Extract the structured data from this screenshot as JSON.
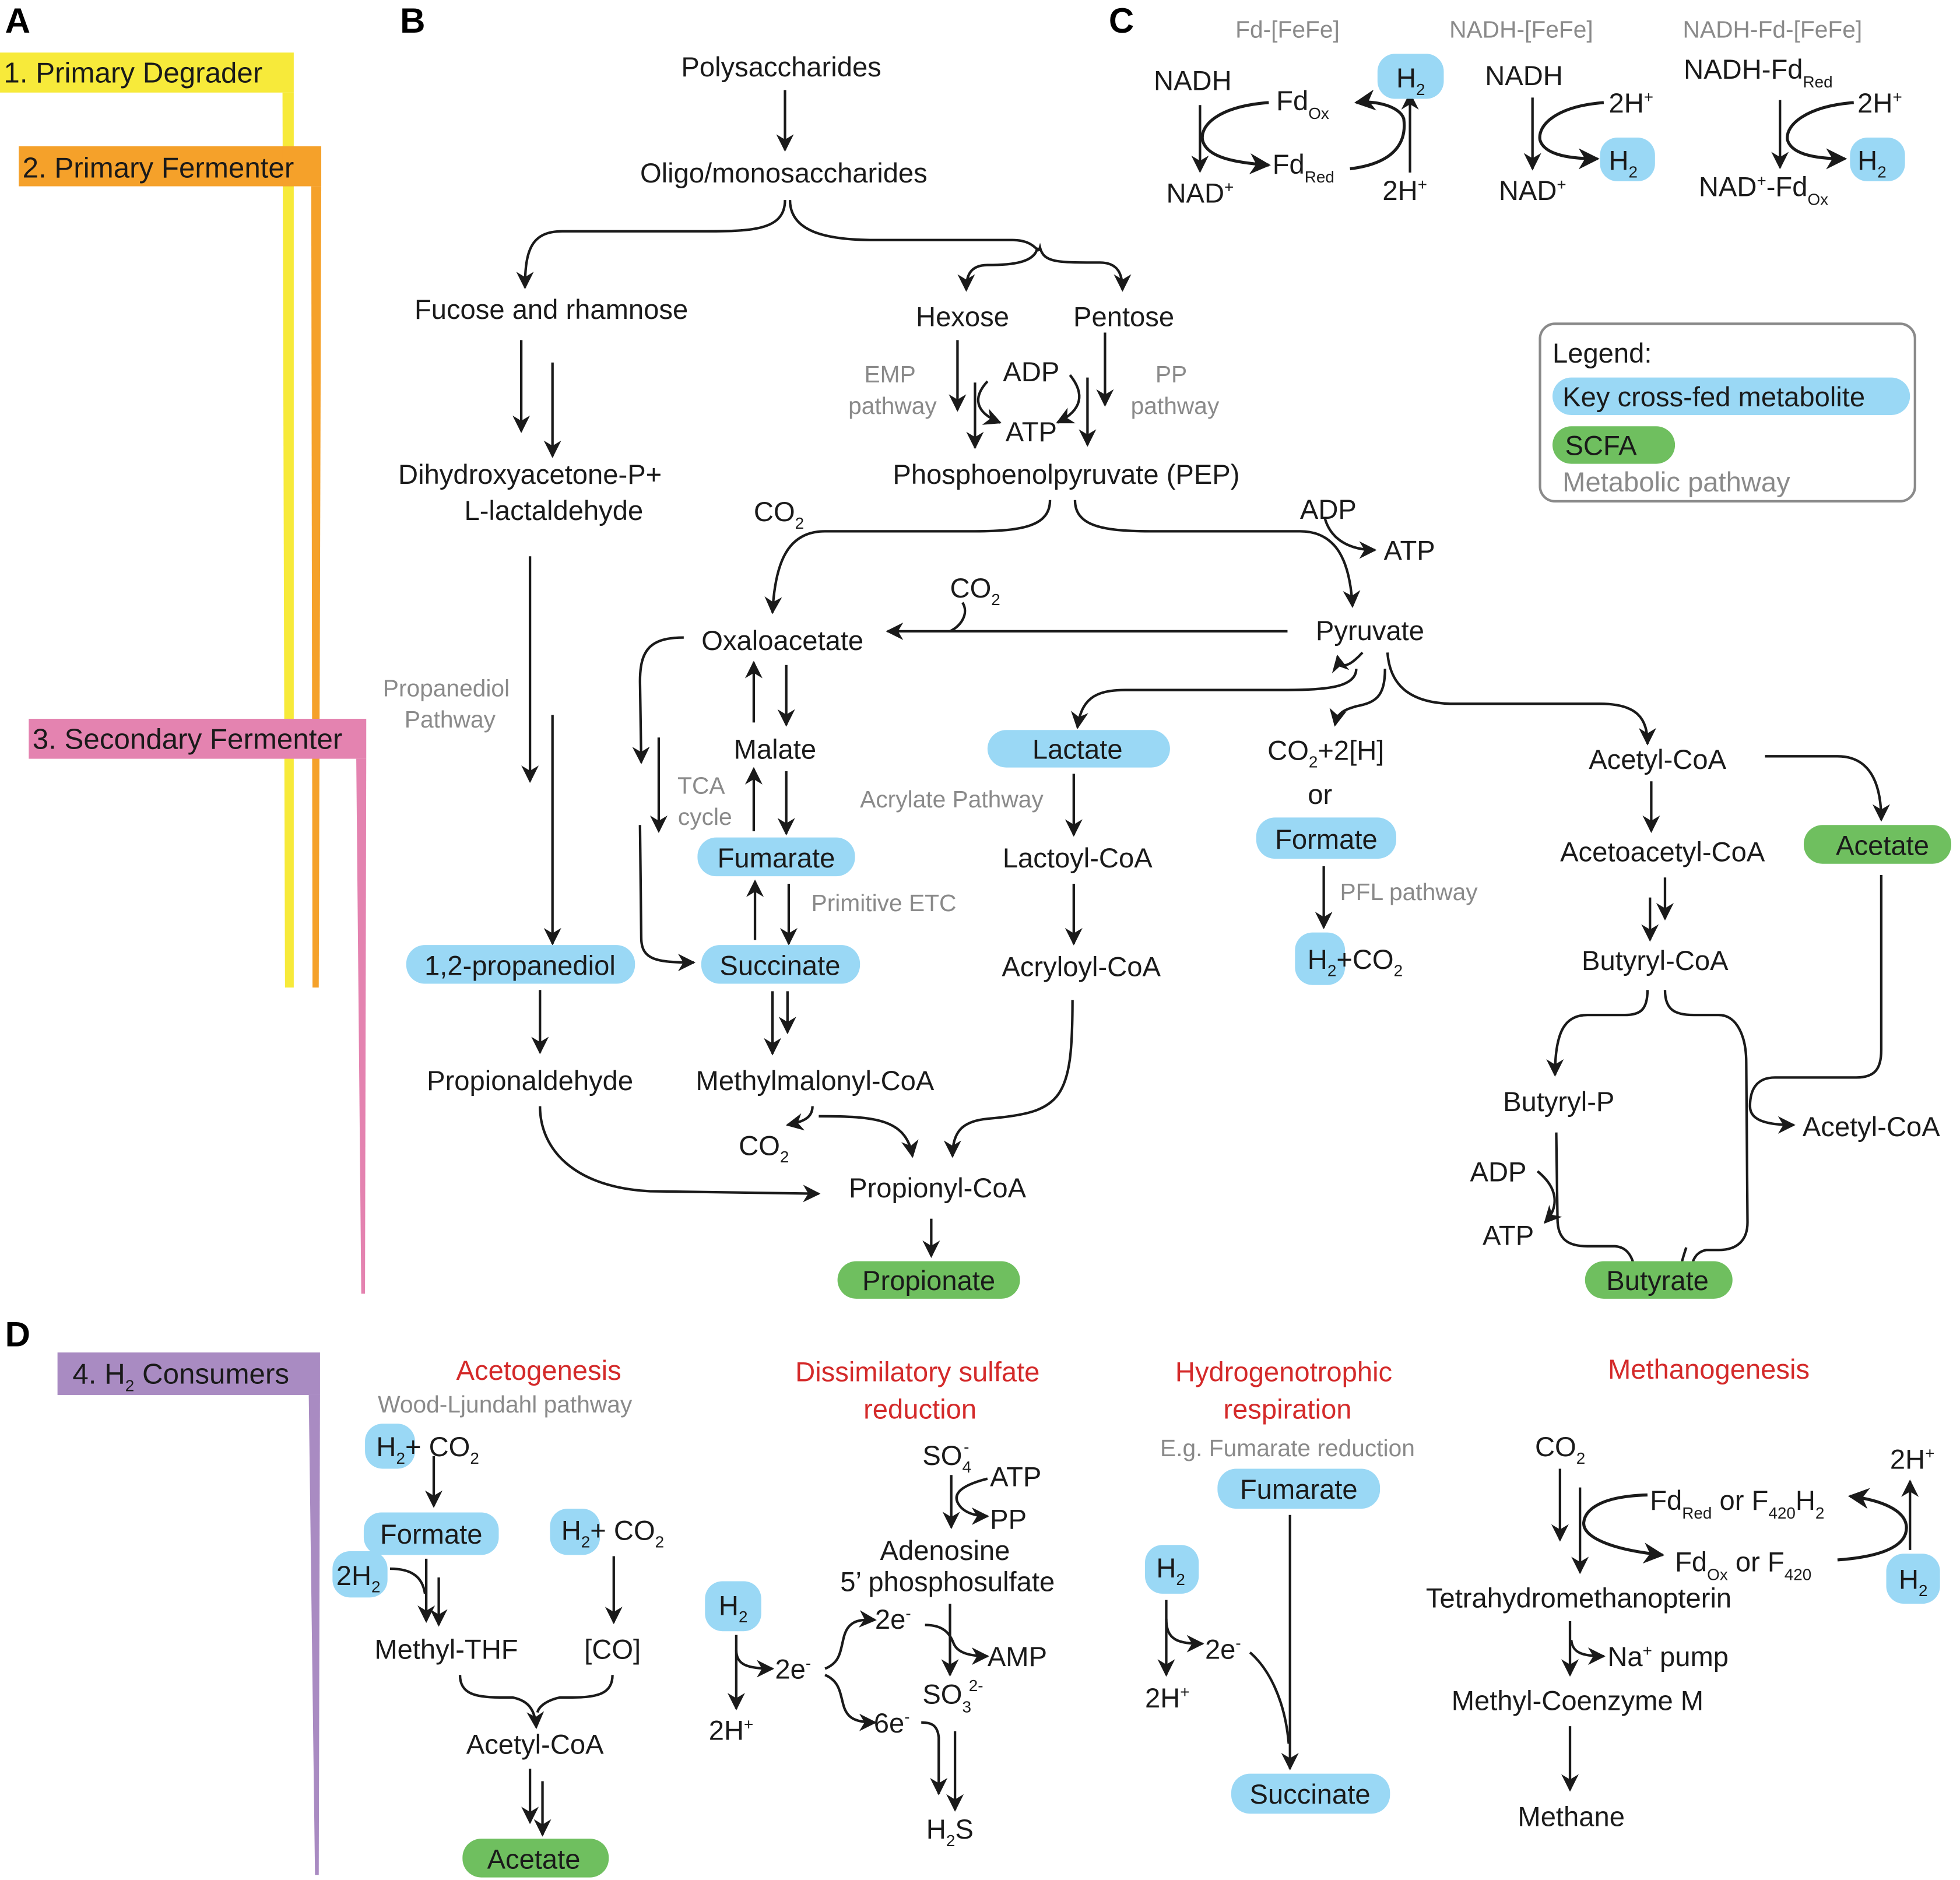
{
  "panels": {
    "A": "A",
    "B": "B",
    "C": "C",
    "D": "D"
  },
  "guilds": [
    {
      "label": "1. Primary Degrader",
      "color": "#f7ea3a"
    },
    {
      "label": "2. Primary Fermenter",
      "color": "#f5a12a"
    },
    {
      "label": "3. Secondary Fermenter",
      "color": "#e483b0"
    },
    {
      "label_prefix": "4. H",
      "label_sub": "2",
      "label_suffix": " Consumers",
      "color": "#a98bc2"
    }
  ],
  "colors": {
    "cross_fed": "#9ad8f5",
    "scfa": "#6fbf5f",
    "pathway_text": "#8a8a8a",
    "process_title": "#d42a2a"
  },
  "legend": {
    "title": "Legend:",
    "cross_fed": "Key cross-fed metabolite",
    "scfa": "SCFA",
    "pathway": "Metabolic pathway"
  },
  "panelB": {
    "polysaccharides": "Polysaccharides",
    "oligo": "Oligo/monosaccharides",
    "fucose": "Fucose and rhamnose",
    "hexose": "Hexose",
    "pentose": "Pentose",
    "emp1": "EMP",
    "emp2": "pathway",
    "pp1": "PP",
    "pp2": "pathway",
    "adp": "ADP",
    "atp": "ATP",
    "pep": "Phosphoenolpyruvate (PEP)",
    "dhap1": "Dihydroxyacetone-P+",
    "dhap2": "L-lactaldehyde",
    "co2": "CO",
    "co2_sub": "2",
    "adp2": "ADP",
    "atp2": "ATP",
    "oxaloacetate": "Oxaloacetate",
    "pyruvate": "Pyruvate",
    "propanediol_pw1": "Propanediol",
    "propanediol_pw2": "Pathway",
    "malate": "Malate",
    "tca1": "TCA",
    "tca2": "cycle",
    "fumarate": "Fumarate",
    "primitive_etc": "Primitive ETC",
    "succinate": "Succinate",
    "propanediol": "1,2-propanediol",
    "propionaldehyde": "Propionaldehyde",
    "methylmalonyl": "Methylmalonyl-CoA",
    "propionyl": "Propionyl-CoA",
    "propionate": "Propionate",
    "lactate": "Lactate",
    "acrylate_pw": "Acrylate Pathway",
    "lactoyl": "Lactoyl-CoA",
    "acryloyl": "Acryloyl-CoA",
    "co2_2h": "+2[H]",
    "or": "or",
    "formate": "Formate",
    "pfl": "PFL pathway",
    "h2": "H",
    "h2_sub": "2",
    "plus_co2": "+CO",
    "acetylcoa": "Acetyl-CoA",
    "acetoacetyl": "Acetoacetyl-CoA",
    "acetate": "Acetate",
    "butyrylcoa": "Butyryl-CoA",
    "butyrylp": "Butyryl-P",
    "acetylcoa2": "Acetyl-CoA",
    "adp3": "ADP",
    "atp3": "ATP",
    "butyrate": "Butyrate"
  },
  "panelC": {
    "titles": [
      "Fd-[FeFe]",
      "NADH-[FeFe]",
      "NADH-Fd-[FeFe]"
    ],
    "nadh": "NADH",
    "nad": "NAD",
    "plus": "+",
    "fd": "Fd",
    "ox": "Ox",
    "red": "Red",
    "h2": "H",
    "two": "2",
    "twoH": "2H",
    "nadh_fd": "NADH-Fd",
    "nad_fd": "-Fd"
  },
  "panelD": {
    "acetogenesis": "Acetogenesis",
    "wood": "Wood-Ljundahl pathway",
    "plus_co2": "+ CO",
    "formate": "Formate",
    "two_h2": "2H",
    "methyl_thf": "Methyl-THF",
    "co_bracket": "[CO]",
    "acetylcoa": "Acetyl-CoA",
    "acetate": "Acetate",
    "dsr1": "Dissimilatory sulfate",
    "dsr2": "reduction",
    "so4": "SO",
    "atp": "ATP",
    "pp": "PP",
    "aps1": "Adenosine",
    "aps2": "5’ phosphosulfate",
    "twoe": "2e",
    "sixe": "6e",
    "amp": "AMP",
    "so3": "SO",
    "h2s_h": "H",
    "h2s_s": "S",
    "twoHplus": "2H",
    "hr1": "Hydrogenotrophic",
    "hr2": "respiration",
    "hr_sub": "E.g. Fumarate reduction",
    "fumarate": "Fumarate",
    "succinate": "Succinate",
    "methanogenesis": "Methanogenesis",
    "co2": "CO",
    "fdred_or": "Fd",
    "or_f": " or F",
    "f420": "420",
    "thm": "Tetrahydromethanopterin",
    "na_pump": "Na",
    "pump": " pump",
    "methyl_com": "Methyl-Coenzyme M",
    "methane": "Methane"
  }
}
